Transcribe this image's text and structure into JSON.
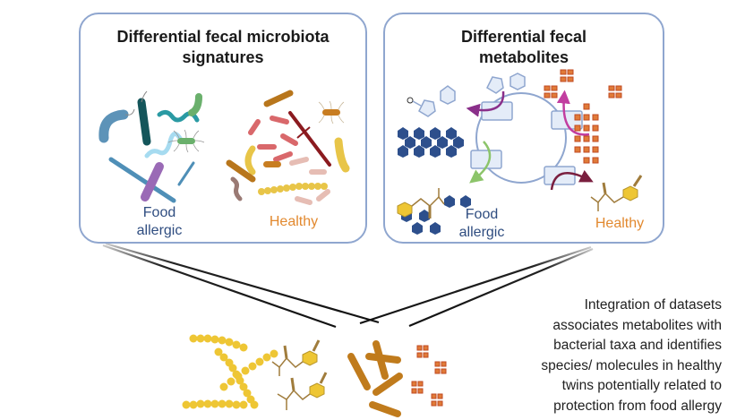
{
  "panels": {
    "microbiota": {
      "title_line1": "Differential fecal microbiota",
      "title_line2": "signatures",
      "label_food_allergic_1": "Food",
      "label_food_allergic_2": "allergic",
      "label_healthy": "Healthy"
    },
    "metabolites": {
      "title_line1": "Differential fecal",
      "title_line2": "metabolites",
      "label_food_allergic_1": "Food",
      "label_food_allergic_2": "allergic",
      "label_healthy": "Healthy"
    }
  },
  "summary": {
    "lines": [
      "Integration of datasets",
      "associates metabolites with",
      "bacterial taxa and identifies",
      "species/ molecules in healthy",
      "twins potentially related to",
      "protection from food allergy"
    ]
  },
  "colors": {
    "panel_border": "#8fa6cf",
    "food_allergic_label": "#2f4d80",
    "healthy_label": "#e2892f",
    "arrow_purple": "#8a2f8a",
    "arrow_green": "#8cc46a",
    "arrow_magenta": "#c23ea0",
    "arrow_maroon": "#7a1f3f"
  },
  "icons": [
    "bacteria-food-allergic-icon",
    "bacteria-healthy-icon",
    "cell-membrane-icon",
    "transporter-icon",
    "pentagon-hexagon-molecule-icon",
    "polysaccharide-chain-icon",
    "branched-lipid-icon",
    "aromatic-molecule-icon",
    "converging-lines-icon"
  ]
}
